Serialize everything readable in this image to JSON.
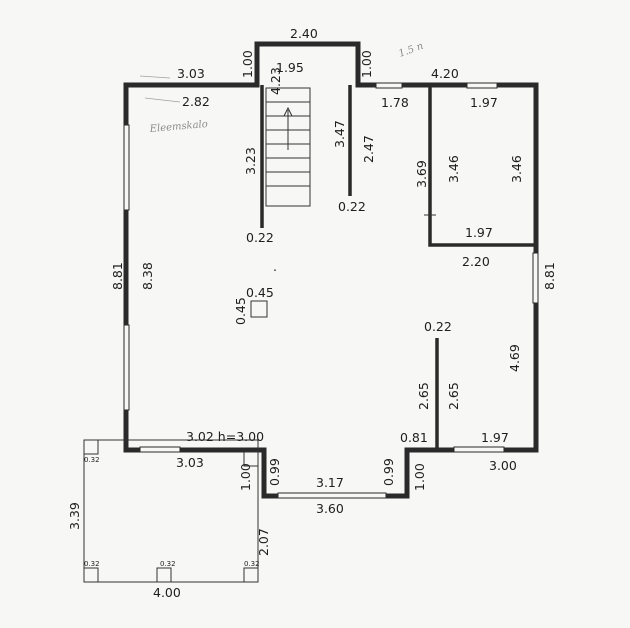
{
  "labels": {
    "top_width": "2.40",
    "top_left_step": "1.00",
    "top_right_step": "1.00",
    "stair_width": "1.95",
    "stair_len": "4.23",
    "left_top": "3.03",
    "left_inner_top": "2.82",
    "right_top": "4.20",
    "room_top_left": "1.78",
    "room_top_right": "1.97",
    "left_outer": "8.81",
    "left_inner": "8.38",
    "stair_height": "3.23",
    "partition_a": "3.47",
    "partition_b": "2.47",
    "partition_c": "3.69",
    "room_left": "3.46",
    "room_right": "3.46",
    "stair_wall": "0.22",
    "partition_thick": "0.22",
    "room_bottom": "1.97",
    "corridor": "2.20",
    "right_outer": "8.81",
    "column_w": "0.45",
    "column_h": "0.45",
    "room2_thick": "0.22",
    "room2_left_a": "2.65",
    "room2_left_b": "2.65",
    "room2_right": "4.69",
    "bottom_left": "3.02 h=3.00",
    "bottom_step": "0.81",
    "room2_bottom": "1.97",
    "terrace_top": "3.03",
    "bay_left": "0.99",
    "bay_right": "0.99",
    "bay_window": "3.17",
    "left_step": "1.00",
    "right_step": "1.00",
    "right_bottom": "3.00",
    "bay_total": "3.60",
    "terrace_height": "3.39",
    "terrace_side": "2.07",
    "terrace_width": "4.00",
    "post_size": "0.32"
  },
  "handwriting": {
    "top_right": "1.5 п",
    "left_note": "Eleemskalo"
  },
  "colors": {
    "wall": "#2a2a2a",
    "paper": "#f7f7f5"
  }
}
